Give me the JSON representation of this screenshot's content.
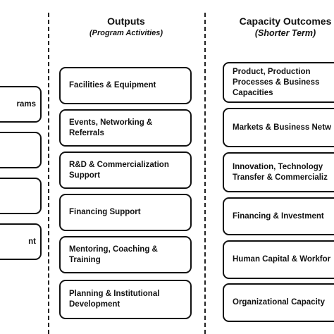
{
  "outputs": {
    "title": "Outputs",
    "subtitle": "(Program Activities)",
    "items": [
      {
        "label": "Facilities & Equipment"
      },
      {
        "label": "Events, Networking &\nReferrals"
      },
      {
        "label": "R&D & Commercialization\nSupport"
      },
      {
        "label": "Financing Support"
      },
      {
        "label": "Mentoring, Coaching &\nTraining"
      },
      {
        "label": "Planning & Institutional\nDevelopment"
      }
    ]
  },
  "capacity": {
    "title": "Capacity Outcomes",
    "subtitle": "(Shorter Term)",
    "items": [
      {
        "label": "Product, Production\nProcesses & Business\nCapacities"
      },
      {
        "label": "Markets & Business Netw"
      },
      {
        "label": "Innovation, Technology\nTransfer & Commercializ"
      },
      {
        "label": "Financing & Investment"
      },
      {
        "label": "Human Capital & Workfor"
      },
      {
        "label": "Organizational Capacity"
      }
    ]
  },
  "left_column": {
    "items": [
      {
        "label": "rams"
      },
      {
        "label": ""
      },
      {
        "label": ""
      },
      {
        "label": "nt"
      }
    ]
  }
}
